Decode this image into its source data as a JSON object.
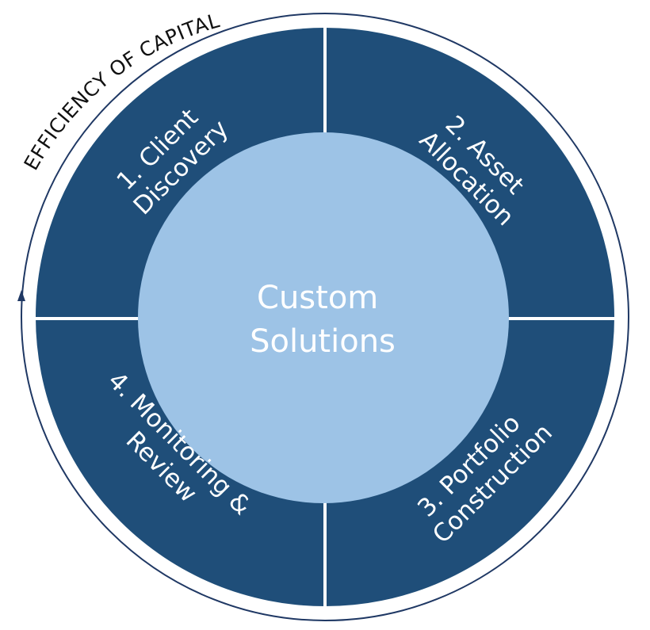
{
  "colors": {
    "quadrant_fill": "#1f4e79",
    "center_fill": "#9dc3e6",
    "divider": "#ffffff",
    "outer_ring": "#1f3864",
    "ring_text": "#111111",
    "label_text": "#ffffff"
  },
  "ring": {
    "label": "EFFICIENCY OF CAPITAL",
    "icon": "arrow-up-icon"
  },
  "center": {
    "line1": "Custom",
    "line2": "Solutions"
  },
  "steps": [
    {
      "line1": "1. Client",
      "line2": "Discovery"
    },
    {
      "line1": "2. Asset",
      "line2": "Allocation"
    },
    {
      "line1": "3. Portfolio",
      "line2": "Construction"
    },
    {
      "line1": "4. Monitoring &",
      "line2": "Review"
    }
  ]
}
